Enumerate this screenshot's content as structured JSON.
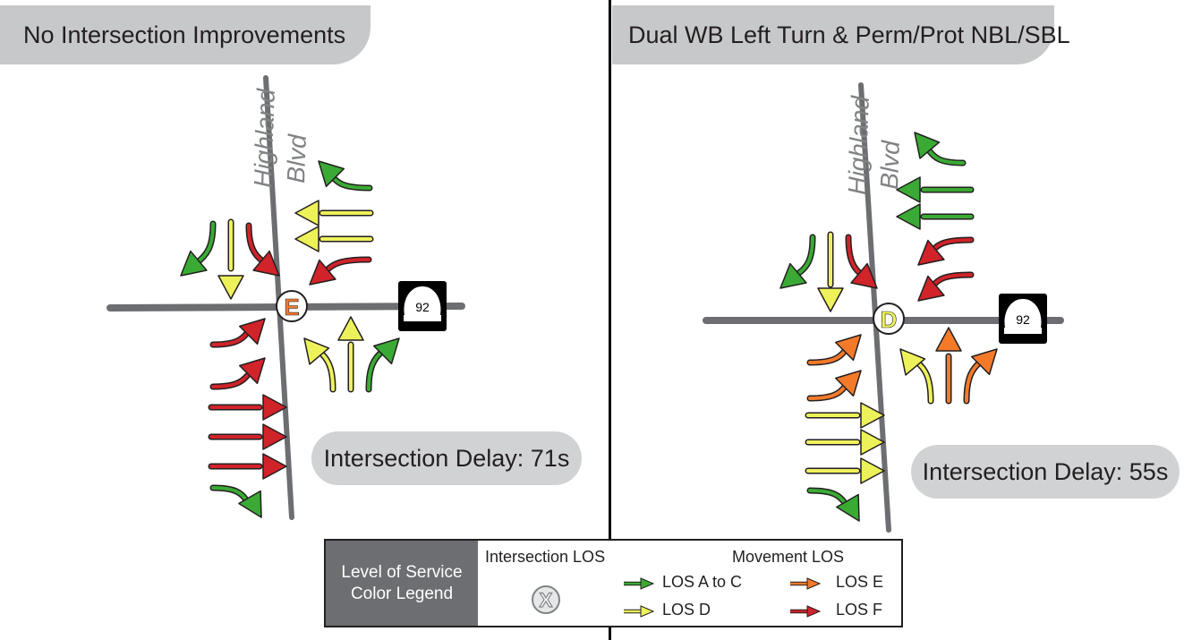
{
  "panels": {
    "left": {
      "title": "No Intersection Improvements",
      "road_label_line1": "Highland",
      "road_label_line2": "Blvd",
      "route_number": "92",
      "intersection_los": "E",
      "delay_text": "Intersection Delay: 71s"
    },
    "right": {
      "title": "Dual WB Left Turn & Perm/Prot NBL/SBL",
      "road_label_line1": "Highland",
      "road_label_line2": "Blvd",
      "route_number": "92",
      "intersection_los": "D",
      "delay_text": "Intersection Delay: 55s"
    }
  },
  "legend": {
    "title_line1": "Level of Service",
    "title_line2": "Color Legend",
    "intersection_header": "Intersection LOS",
    "intersection_symbol": "X",
    "movement_header": "Movement LOS",
    "items": [
      {
        "label": "LOS A to C",
        "color": "#3aaa35"
      },
      {
        "label": "LOS D",
        "color": "#eef25a"
      },
      {
        "label": "LOS E",
        "color": "#f47a2a"
      },
      {
        "label": "LOS F",
        "color": "#d1232a"
      }
    ]
  },
  "colors": {
    "green": "#3aaa35",
    "yellow": "#eef25a",
    "orange": "#f47a2a",
    "red": "#d1232a",
    "road": "#6d6e71",
    "los_e": "#f47a2a",
    "los_d": "#eef25a"
  }
}
